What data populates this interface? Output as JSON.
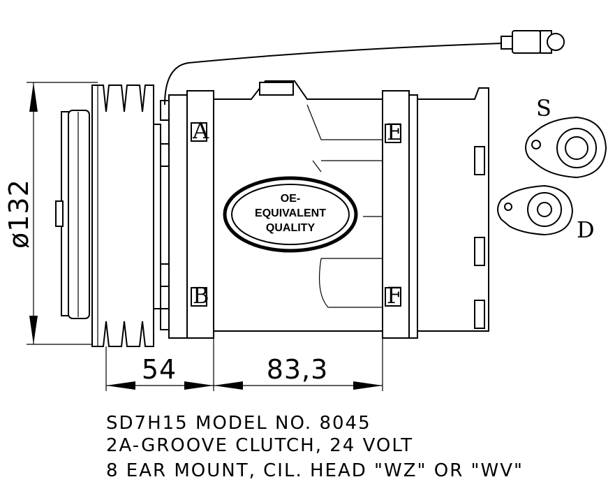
{
  "dimensions": {
    "diameter": "ø132",
    "pulley_width": "54",
    "body_length": "83,3"
  },
  "mount_labels": {
    "a": "A",
    "b": "B",
    "e": "E",
    "f": "F"
  },
  "port_labels": {
    "suction": "S",
    "discharge": "D"
  },
  "badge": {
    "line1": "OE-",
    "line2": "EQUIVALENT",
    "line3": "QUALITY"
  },
  "specs": {
    "line1": "SD7H15  MODEL NO. 8045",
    "line2": "2A-GROOVE  CLUTCH, 24 VOLT",
    "line3": "8 EAR  MOUNT, CIL. HEAD \"WZ\" OR \"WV\""
  }
}
